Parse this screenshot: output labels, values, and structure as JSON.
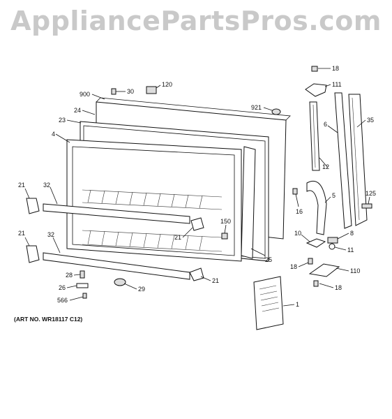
{
  "watermark": "AppliancePartsPros.com",
  "art_number": "(ART NO. WR18117 C12)",
  "callouts": [
    "18",
    "111",
    "120",
    "30",
    "900",
    "921",
    "24",
    "23",
    "4",
    "6",
    "35",
    "12",
    "21",
    "32",
    "5",
    "16",
    "125",
    "150",
    "8",
    "10",
    "21",
    "11",
    "25",
    "32",
    "21",
    "18",
    "110",
    "28",
    "21",
    "26",
    "29",
    "18",
    "566",
    "1"
  ]
}
